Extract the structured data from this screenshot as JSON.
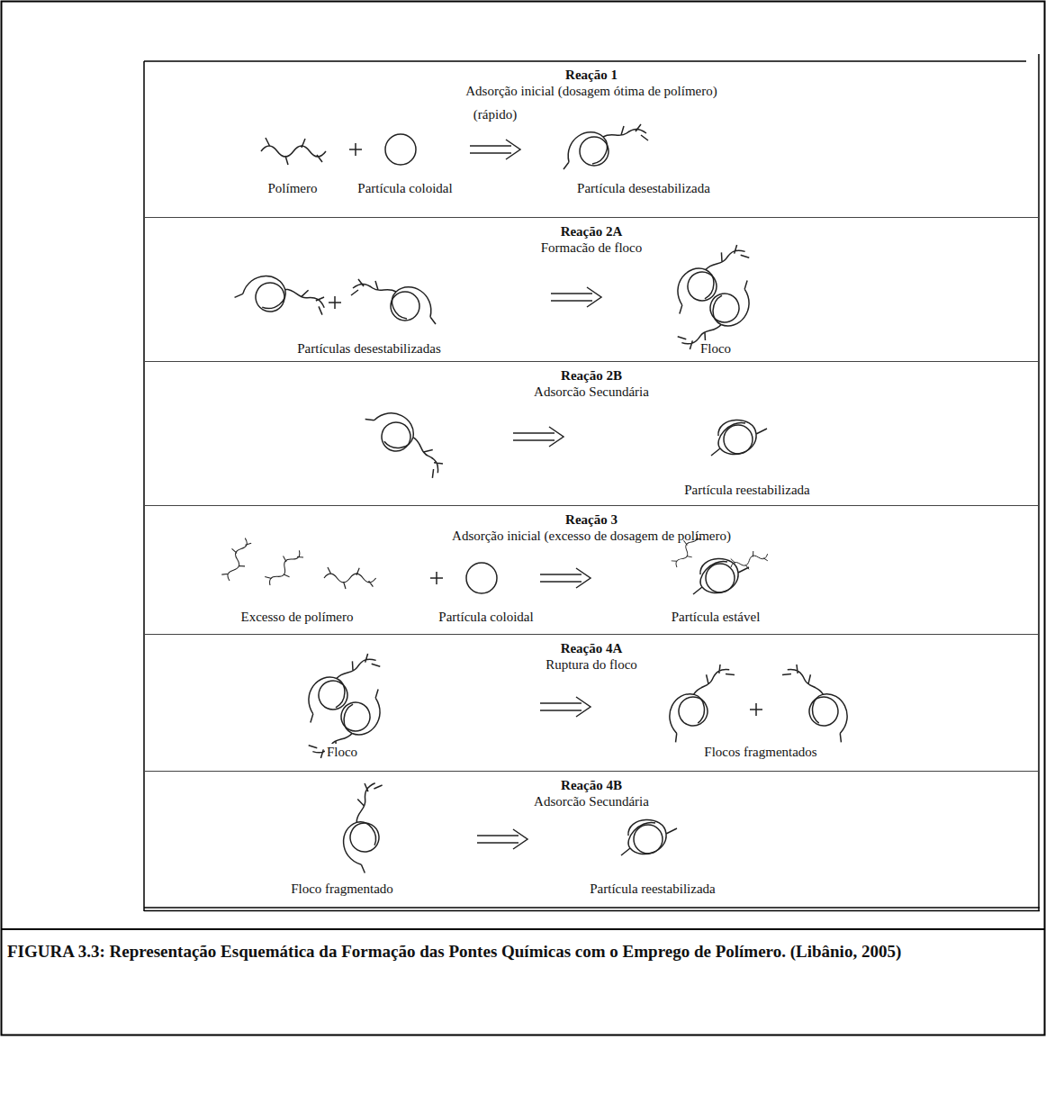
{
  "diagram": {
    "caption": "FIGURA 3.3: Representação Esquemática da Formação das Pontes Químicas com o Emprego de Polímero. (Libânio, 2005)",
    "nodes": [
      {
        "text": [
          "Reação 1",
          "Adsorção inicial (dosagem ótima de polímero)"
        ]
      },
      {
        "text": [
          "Reação 2A",
          "Formacão de floco"
        ]
      },
      {
        "text": [
          "Reação 2B",
          "Adsorcão Secundária"
        ]
      },
      {
        "text": [
          "Reação 3",
          "Adsorção inicial (excesso de dosagem de polímero)"
        ]
      },
      {
        "text": [
          "Reação 4A",
          "Ruptura do floco"
        ]
      },
      {
        "text": [
          "Reação 4B",
          "Adsorcão Secundária"
        ]
      }
    ],
    "labels": [
      "(rápido)",
      "Polímero",
      "Partícula coloidal",
      "Partícula desestabilizada",
      "Partículas desestabilizadas",
      "Floco",
      "Partícula reestabilizada",
      "Excesso de polímero",
      "Partícula coloidal",
      "Partícula estável",
      "Floco",
      "Flocos fragmentados",
      "Floco fragmentado",
      "Partícula reestabilizada"
    ]
  }
}
